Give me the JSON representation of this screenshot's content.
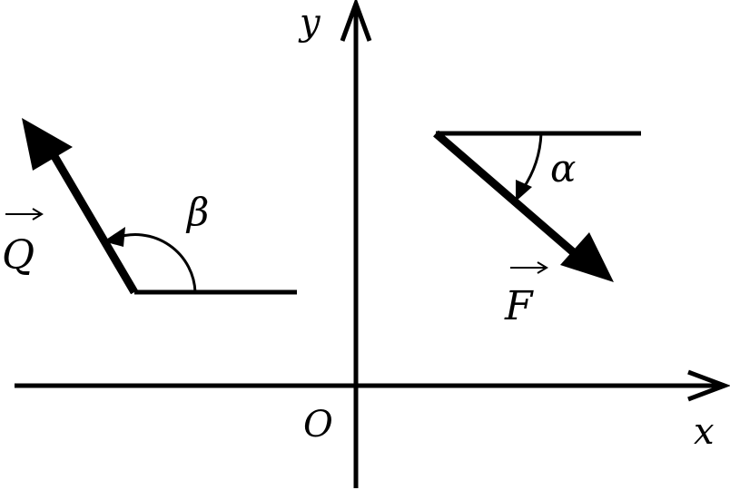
{
  "diagram": {
    "axis_x_label": "x",
    "axis_y_label": "y",
    "origin_label": "O",
    "vector_q_label": "Q",
    "vector_f_label": "F",
    "angle_beta_label": "β",
    "angle_alpha_label": "α"
  },
  "colors": {
    "stroke": "#000000",
    "background": "#ffffff"
  }
}
